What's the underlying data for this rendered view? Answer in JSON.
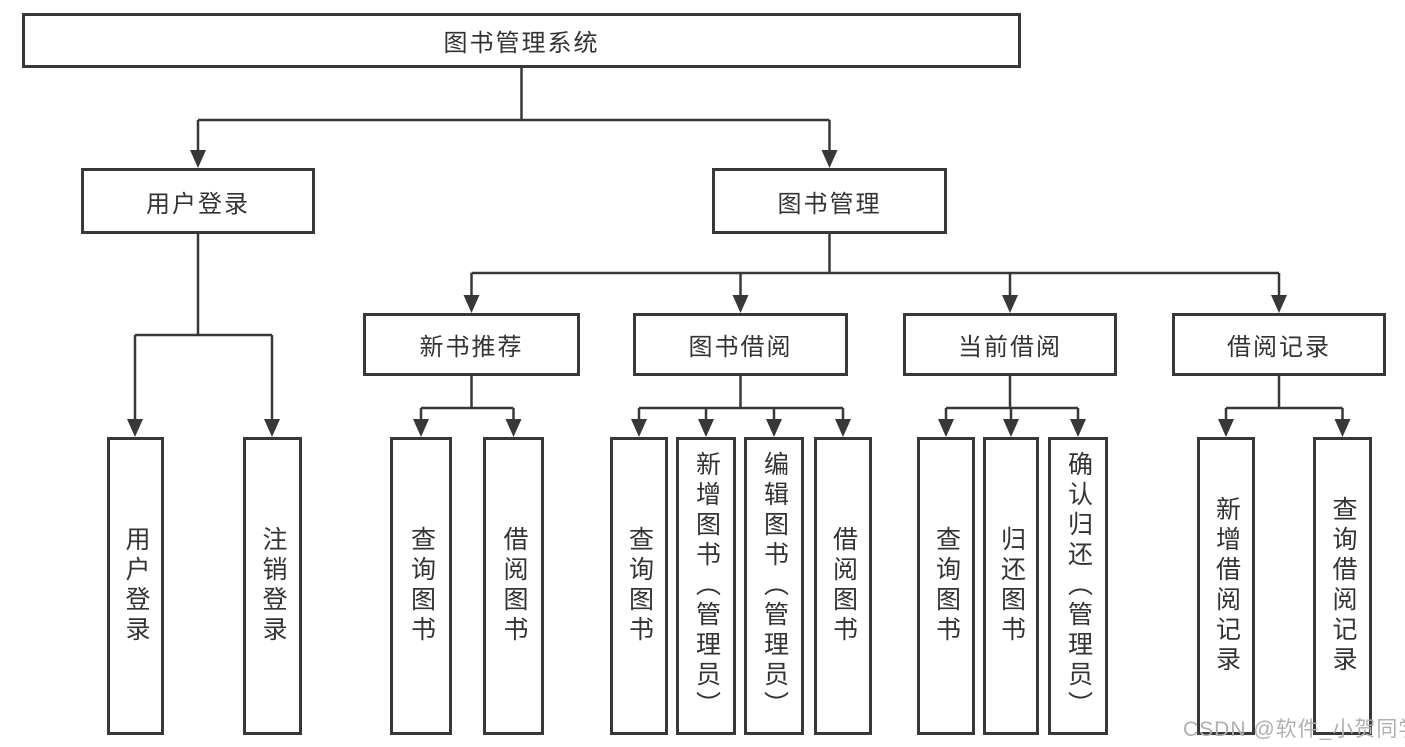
{
  "diagram": {
    "root": {
      "label": "图书管理系统"
    },
    "branches": [
      {
        "label": "用户登录",
        "children": [
          {
            "label": "用户登录"
          },
          {
            "label": "注销登录"
          }
        ]
      },
      {
        "label": "图书管理",
        "children": [
          {
            "label": "新书推荐",
            "children": [
              {
                "label": "查询图书"
              },
              {
                "label": "借阅图书"
              }
            ]
          },
          {
            "label": "图书借阅",
            "children": [
              {
                "label": "查询图书"
              },
              {
                "label": "新增图书（管理员）"
              },
              {
                "label": "编辑图书（管理员）"
              },
              {
                "label": "借阅图书"
              }
            ]
          },
          {
            "label": "当前借阅",
            "children": [
              {
                "label": "查询图书"
              },
              {
                "label": "归还图书"
              },
              {
                "label": "确认归还（管理员）"
              }
            ]
          },
          {
            "label": "借阅记录",
            "children": [
              {
                "label": "新增借阅记录"
              },
              {
                "label": "查询借阅记录"
              }
            ]
          }
        ]
      }
    ]
  },
  "watermark": {
    "text": "CSDN @软件_小贺同学"
  },
  "colors": {
    "line": "#383838",
    "text": "#333333",
    "watermark": "#b0b0b0",
    "background": "#ffffff"
  }
}
